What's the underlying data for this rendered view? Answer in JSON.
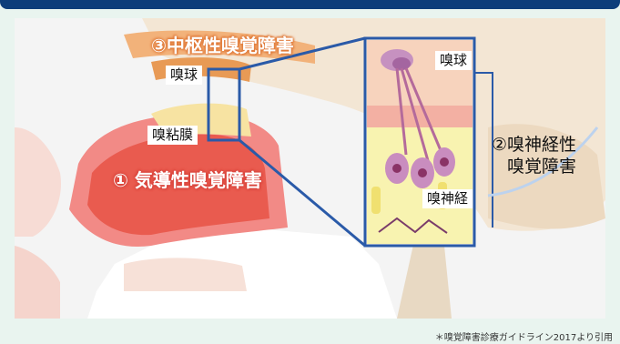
{
  "labels": {
    "central": "③中枢性嗅覚障害",
    "olfactory_bulb": "嗅球",
    "olfactory_mucosa": "嗅粘膜",
    "conductive": "① 気導性嗅覚障害",
    "inset_bulb": "嗅球",
    "sensorineural_line1": "②嗅神経性",
    "sensorineural_line2": "嗅覚障害",
    "olfactory_nerve": "嗅神経"
  },
  "citation": "＊嗅覚障害診療ガイドライン2017より引用",
  "colors": {
    "header_bar": "#0d3d7a",
    "background": "#e9f4ef",
    "inset_frame": "#2a5aa8",
    "airway": "#e95b4f",
    "brain": "#efdcc4",
    "nerve_cells": "#b46a9b"
  }
}
